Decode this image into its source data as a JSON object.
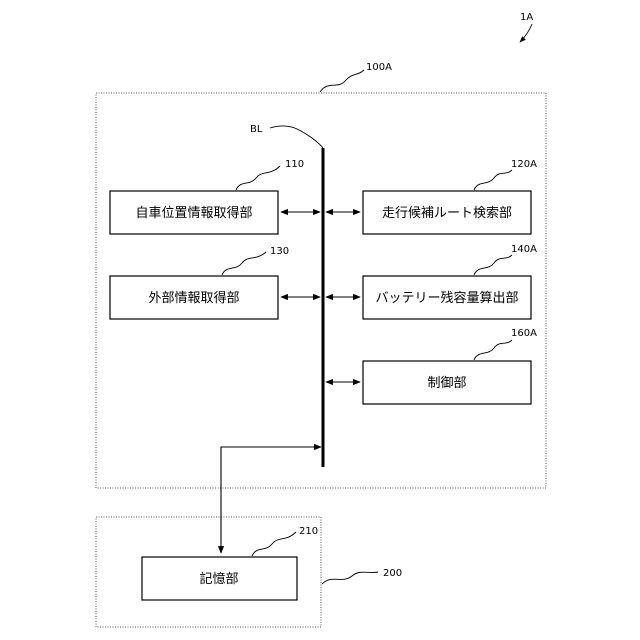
{
  "figure_ref": "1A",
  "bus_label": "BL",
  "units": {
    "device_100A": {
      "ref": "100A",
      "blocks": {
        "b110": {
          "ref": "110",
          "label": "自車位置情報取得部"
        },
        "b130": {
          "ref": "130",
          "label": "外部情報取得部"
        },
        "b120A": {
          "ref": "120A",
          "label": "走行候補ルート検索部"
        },
        "b140A": {
          "ref": "140A",
          "label": "バッテリー残容量算出部"
        },
        "b160A": {
          "ref": "160A",
          "label": "制御部"
        }
      }
    },
    "device_200": {
      "ref": "200",
      "blocks": {
        "b210": {
          "ref": "210",
          "label": "記憶部"
        }
      }
    }
  }
}
